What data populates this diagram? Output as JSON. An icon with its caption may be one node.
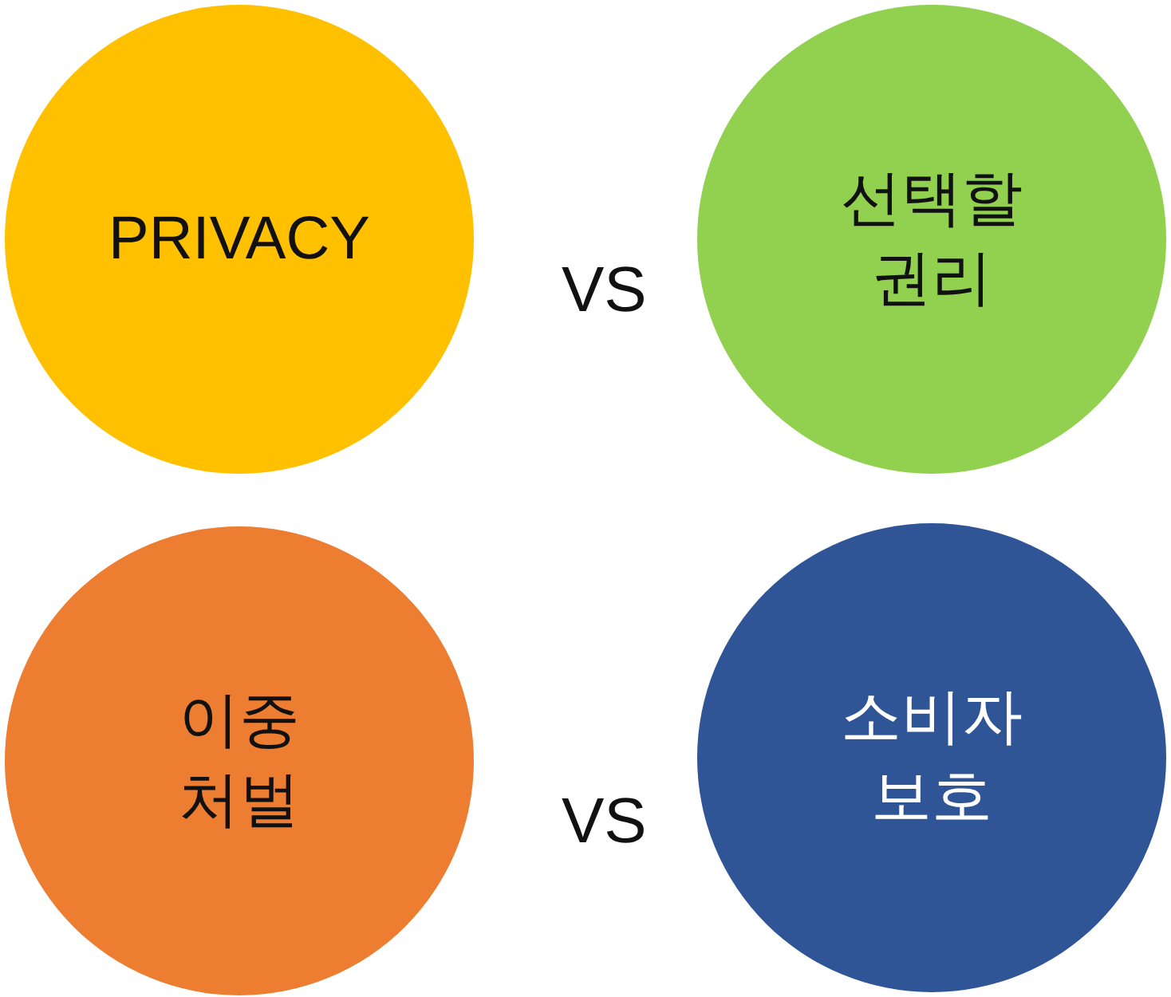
{
  "diagram": {
    "nodes": [
      {
        "text": [
          "PRIVACY"
        ]
      },
      {
        "text": [
          "선택할 권리"
        ]
      },
      {
        "text": [
          "이중 처벌"
        ]
      },
      {
        "text": [
          "소비자 보호"
        ]
      }
    ],
    "labels": [
      "VS",
      "VS"
    ]
  }
}
